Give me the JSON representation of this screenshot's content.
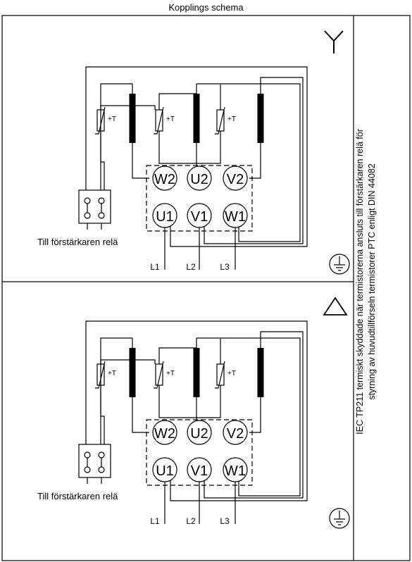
{
  "page": {
    "title": "Kopplings schema",
    "note_line1": "IEC TP211 termiskt skyddade när termistorerna ansluts till förstärkaren relä för",
    "note_line2": "styrning av huvudtillförseln termistorer PTC enligt DIN 44082"
  },
  "panels": [
    {
      "connection": "star",
      "connection_icon": "star-wye-icon",
      "terminals_top": [
        "W2",
        "U2",
        "V2"
      ],
      "terminals_bottom": [
        "U1",
        "V1",
        "W1"
      ],
      "thermistor_label": "+T",
      "relay_label": "Till förstärkaren relä",
      "lines": [
        "L1",
        "L2",
        "L3"
      ],
      "ground_icon": "ground-icon"
    },
    {
      "connection": "delta",
      "connection_icon": "delta-triangle-icon",
      "terminals_top": [
        "W2",
        "U2",
        "V2"
      ],
      "terminals_bottom": [
        "U1",
        "V1",
        "W1"
      ],
      "thermistor_label": "+T",
      "relay_label": "Till förstärkaren relä",
      "lines": [
        "L1",
        "L2",
        "L3"
      ],
      "ground_icon": "ground-icon"
    }
  ]
}
